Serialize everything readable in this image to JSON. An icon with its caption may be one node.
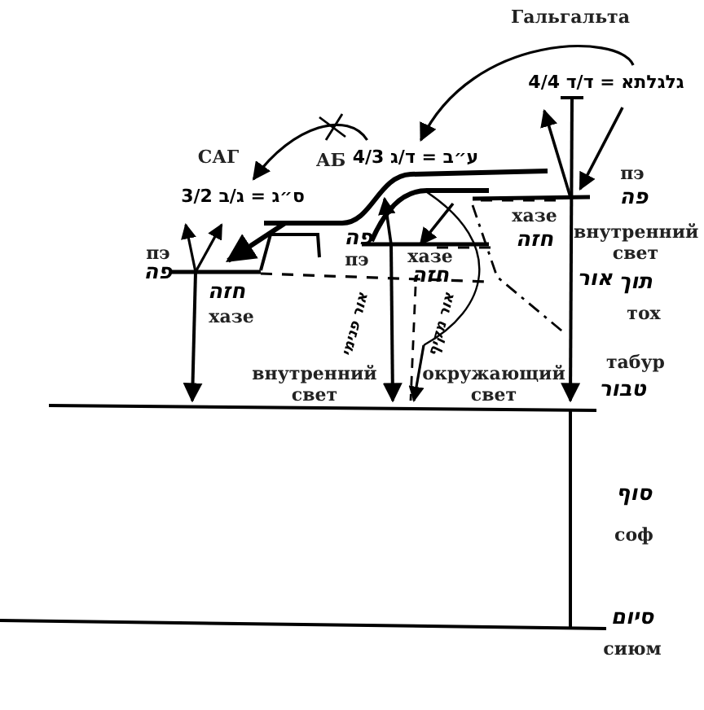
{
  "diagram": {
    "nodes": [
      {
        "text": [
          "גלגלתא = ד/ד 4/4"
        ]
      },
      {
        "text": [
          "ע״ב = ד/ג 4/3"
        ]
      },
      {
        "text": [
          "ס״ג = ג/ב 3/2"
        ]
      }
    ],
    "edges": [
      {
        "from": 0,
        "to": 1,
        "arrow": "to"
      },
      {
        "from": 1,
        "to": 2,
        "arrow": "to"
      }
    ],
    "labels": [
      "Гальгальта",
      "АБ",
      "САГ",
      "пэ",
      "פה",
      "пэ",
      "פה",
      "פה",
      "пэ",
      "хазе",
      "חזה",
      "внутренний свет",
      "אור",
      "חזה",
      "хазе",
      "хазе",
      "חזה",
      "תוך",
      "тох",
      "אור פנימי",
      "אור מקיף",
      "внутренний свет",
      "окружающий свет",
      "табур",
      "טבור",
      "סוף",
      "соф",
      "סיום",
      "сиюм"
    ]
  }
}
